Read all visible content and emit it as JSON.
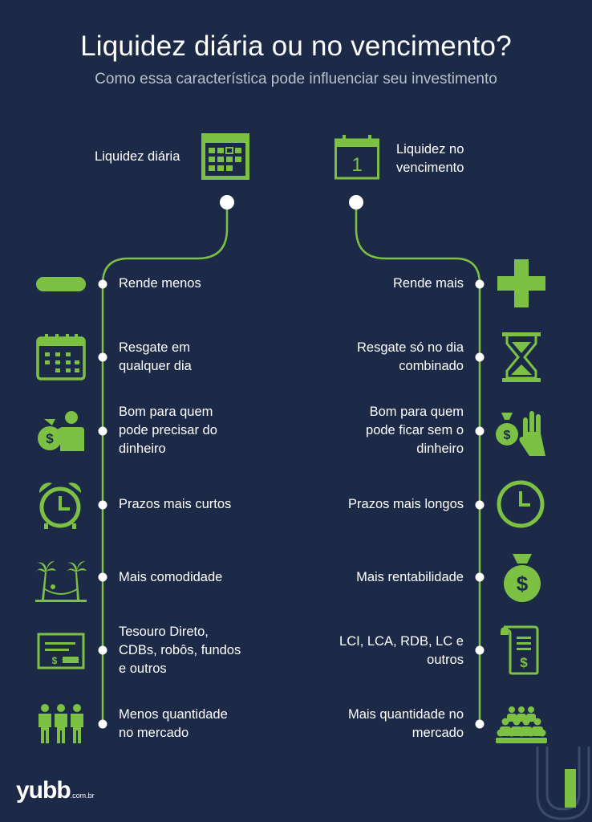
{
  "header": {
    "title": "Liquidez diária ou no vencimento?",
    "subtitle": "Como essa característica pode influenciar seu investimento"
  },
  "left": {
    "heading": "Liquidez diária",
    "items": [
      {
        "text": "Rende menos",
        "icon": "minus-icon"
      },
      {
        "text": "Resgate em\nqualquer dia",
        "icon": "calendar-icon"
      },
      {
        "text": "Bom para quem\npode precisar do\ndinheiro",
        "icon": "person-money-bag-icon"
      },
      {
        "text": "Prazos mais curtos",
        "icon": "alarm-clock-icon"
      },
      {
        "text": "Mais comodidade",
        "icon": "palm-hammock-icon"
      },
      {
        "text": "Tesouro Direto,\nCDBs, robôs, fundos\ne outros",
        "icon": "check-icon"
      },
      {
        "text": "Menos quantidade\nno mercado",
        "icon": "three-people-icon"
      }
    ]
  },
  "right": {
    "heading": "Liquidez no\nvencimento",
    "items": [
      {
        "text": "Rende mais",
        "icon": "plus-icon"
      },
      {
        "text": "Resgate só no dia\ncombinado",
        "icon": "hourglass-icon"
      },
      {
        "text": "Bom para quem\npode ficar sem o\ndinheiro",
        "icon": "money-bag-hand-icon"
      },
      {
        "text": "Prazos mais longos",
        "icon": "clock-icon"
      },
      {
        "text": "Mais rentabilidade",
        "icon": "money-bag-icon"
      },
      {
        "text": "LCI, LCA, RDB, LC e\noutros",
        "icon": "document-scroll-icon"
      },
      {
        "text": "Mais quantidade no\nmercado",
        "icon": "crowd-icon"
      }
    ]
  },
  "calendar_number": "1",
  "logo": {
    "text": "yubb",
    "suffix": ".com.br"
  },
  "colors": {
    "background": "#1c2a47",
    "accent": "#7cc143",
    "text": "#ffffff",
    "subtitle": "#b9c0cd"
  }
}
